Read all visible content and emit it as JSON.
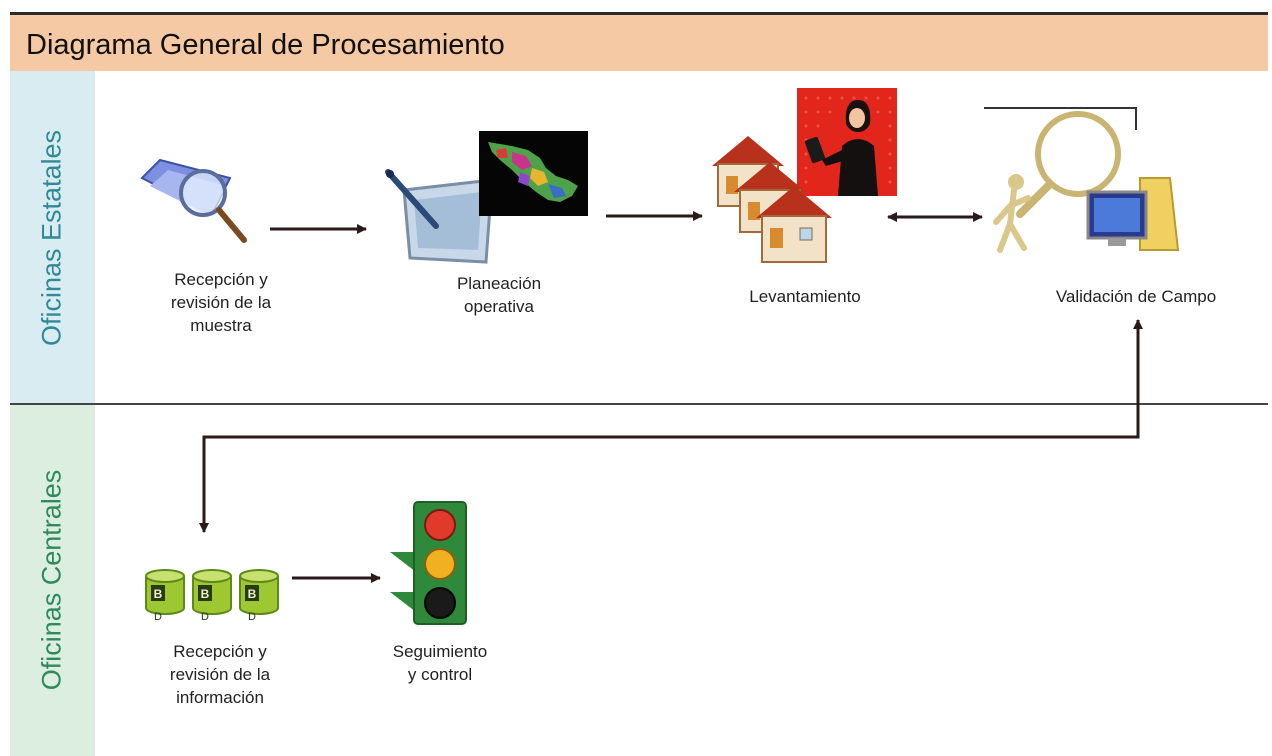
{
  "title": "Diagrama General de Procesamiento",
  "lanes": {
    "estatales": "Oficinas Estatales",
    "centrales": "Oficinas Centrales"
  },
  "nodes": {
    "recepcion_muestra": "Recepción y\nrevisión de la\nmuestra",
    "planeacion": "Planeación\noperativa",
    "levantamiento": "Levantamiento",
    "validacion": "Validación de Campo",
    "recepcion_informacion": "Recepción y\nrevisión de la\ninformación",
    "seguimiento": "Seguimiento\ny control"
  },
  "db_icon_letter": "B",
  "icons": [
    "magnifier-folder-icon",
    "mexico-map-icon",
    "pen-tablet-icon",
    "houses-icon",
    "woman-presenter-icon",
    "figure-magnifier-icon",
    "computer-monitor-icon",
    "database-cylinders-icon",
    "traffic-light-icon"
  ],
  "colors": {
    "title_bar": "#f6c9a5",
    "lane_estatales": "#d9ecf2",
    "lane_centrales": "#dbeee0",
    "lane_text_estatales": "#2f8a96",
    "lane_text_centrales": "#2e8a5c",
    "arrow": "#2a1a1a"
  }
}
